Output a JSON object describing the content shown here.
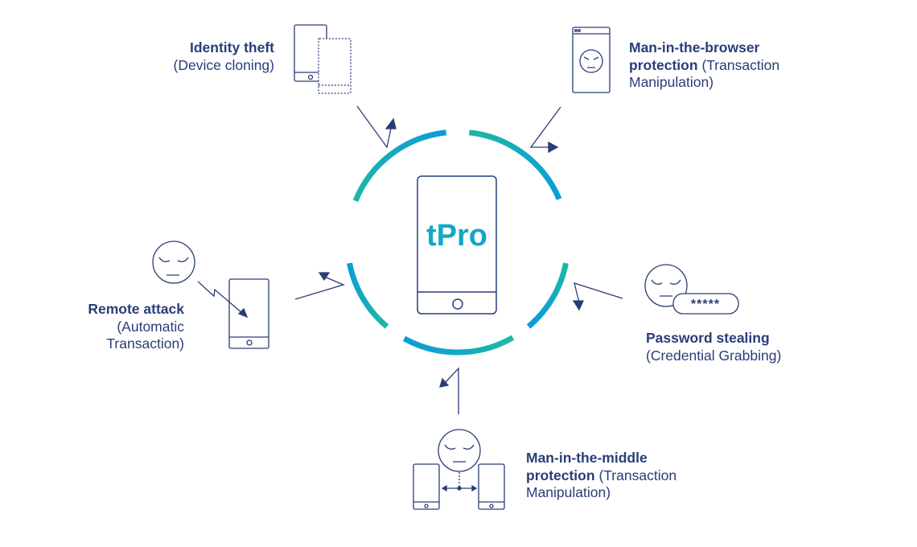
{
  "center": {
    "logo": "tPro"
  },
  "colors": {
    "ink": "#2a3d78",
    "teal": "#1db8a6",
    "blue": "#0a9bdb"
  },
  "threats": [
    {
      "title": "Identity theft",
      "subtitle": "(Device cloning)"
    },
    {
      "title": "Man-in-the-browser",
      "title2": "protection",
      "subtitle": "(Transaction",
      "subtitle2": "Manipulation)"
    },
    {
      "title": "Password stealing",
      "subtitle": "(Credential Grabbing)",
      "password_mask": "*****"
    },
    {
      "title": "Man-in-the-middle",
      "title2": "protection",
      "subtitle": "(Transaction",
      "subtitle2": "Manipulation)"
    },
    {
      "title": "Remote attack",
      "subtitle": "(Automatic",
      "subtitle2": "Transaction)"
    }
  ]
}
